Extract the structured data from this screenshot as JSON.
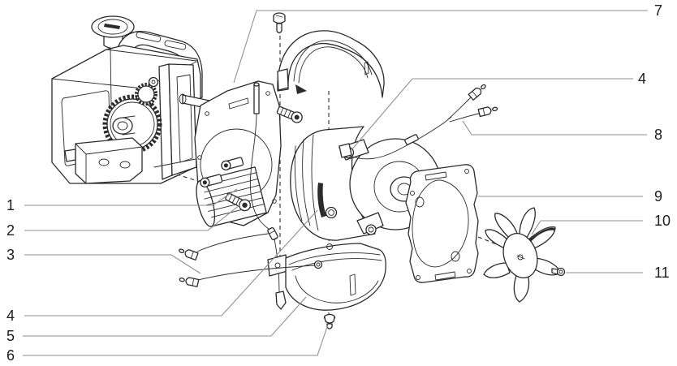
{
  "callouts": {
    "left": [
      "1",
      "2",
      "3",
      "4",
      "5",
      "6"
    ],
    "right": [
      "7",
      "4",
      "8",
      "9",
      "10",
      "11"
    ]
  },
  "colors": {
    "line": "#2b2b2b",
    "leader": "#8f8f8f",
    "label": "#1c1c1c",
    "background": "#ffffff"
  }
}
